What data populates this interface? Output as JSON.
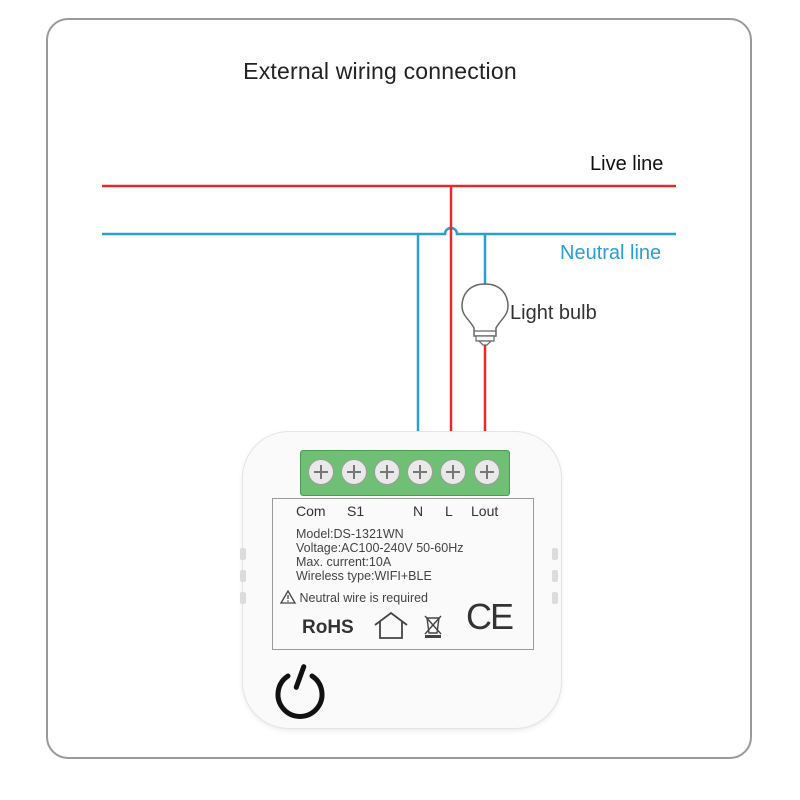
{
  "title": "External wiring connection",
  "labels": {
    "live": "Live line",
    "neutral": "Neutral line",
    "bulb": "Light bulb"
  },
  "colors": {
    "live_wire": "#e32b2b",
    "neutral_wire": "#2a9fd6",
    "terminal_block": "#6fbf74"
  },
  "terminals": [
    "Com",
    "S1",
    "N",
    "L",
    "Lout"
  ],
  "device": {
    "model": "Model:DS-1321WN",
    "voltage": "Voltage:AC100-240V  50-60Hz",
    "current": "Max. current:10A",
    "wireless": "Wireless type:WIFI+BLE",
    "warning": "Neutral wire is required",
    "rohs": "RoHS",
    "ce": "CE"
  },
  "icons": [
    "warning-icon",
    "house-icon",
    "crossed-bin-icon",
    "power-icon",
    "light-bulb-icon"
  ]
}
